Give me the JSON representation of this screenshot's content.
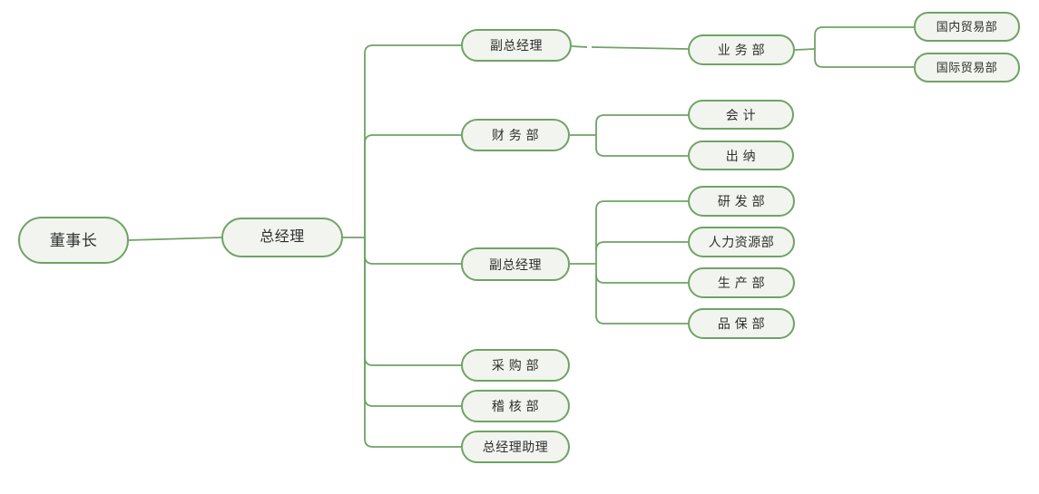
{
  "diagram": {
    "type": "org-chart",
    "colors": {
      "node_border": "#6fa365",
      "node_fill": "#f2f4ef",
      "connector": "#6fa365",
      "text": "#2f2f2f",
      "background": "#ffffff"
    },
    "nodes": [
      {
        "id": "chairman",
        "label": "董事长",
        "level": 1
      },
      {
        "id": "general-manager",
        "label": "总经理",
        "level": 2
      },
      {
        "id": "deputy-gm-1",
        "label": "副总经理",
        "level": 3
      },
      {
        "id": "business-dept",
        "label": "业 务 部",
        "level": 4
      },
      {
        "id": "domestic-trade-dept",
        "label": "国内贸易部",
        "level": 5
      },
      {
        "id": "international-trade-dept",
        "label": "国际贸易部",
        "level": 5
      },
      {
        "id": "finance-dept",
        "label": "财 务 部",
        "level": 3
      },
      {
        "id": "accounting",
        "label": "会 计",
        "level": 4
      },
      {
        "id": "cashier",
        "label": "出 纳",
        "level": 4
      },
      {
        "id": "deputy-gm-2",
        "label": "副总经理",
        "level": 3
      },
      {
        "id": "rd-dept",
        "label": "研 发 部",
        "level": 4
      },
      {
        "id": "hr-dept",
        "label": "人力资源部",
        "level": 4
      },
      {
        "id": "production-dept",
        "label": "生 产 部",
        "level": 4
      },
      {
        "id": "qa-dept",
        "label": "品 保 部",
        "level": 4
      },
      {
        "id": "purchasing-dept",
        "label": "采 购 部",
        "level": 3
      },
      {
        "id": "audit-dept",
        "label": "稽 核 部",
        "level": 3
      },
      {
        "id": "gm-assistant",
        "label": "总经理助理",
        "level": 3
      }
    ],
    "edges": [
      {
        "from": "chairman",
        "to": "general-manager"
      },
      {
        "from": "general-manager",
        "to": "deputy-gm-1"
      },
      {
        "from": "deputy-gm-1",
        "to": "business-dept"
      },
      {
        "from": "business-dept",
        "to": "domestic-trade-dept"
      },
      {
        "from": "business-dept",
        "to": "international-trade-dept"
      },
      {
        "from": "general-manager",
        "to": "finance-dept"
      },
      {
        "from": "finance-dept",
        "to": "accounting"
      },
      {
        "from": "finance-dept",
        "to": "cashier"
      },
      {
        "from": "general-manager",
        "to": "deputy-gm-2"
      },
      {
        "from": "deputy-gm-2",
        "to": "rd-dept"
      },
      {
        "from": "deputy-gm-2",
        "to": "hr-dept"
      },
      {
        "from": "deputy-gm-2",
        "to": "production-dept"
      },
      {
        "from": "deputy-gm-2",
        "to": "qa-dept"
      },
      {
        "from": "general-manager",
        "to": "purchasing-dept"
      },
      {
        "from": "general-manager",
        "to": "audit-dept"
      },
      {
        "from": "general-manager",
        "to": "gm-assistant"
      }
    ]
  }
}
